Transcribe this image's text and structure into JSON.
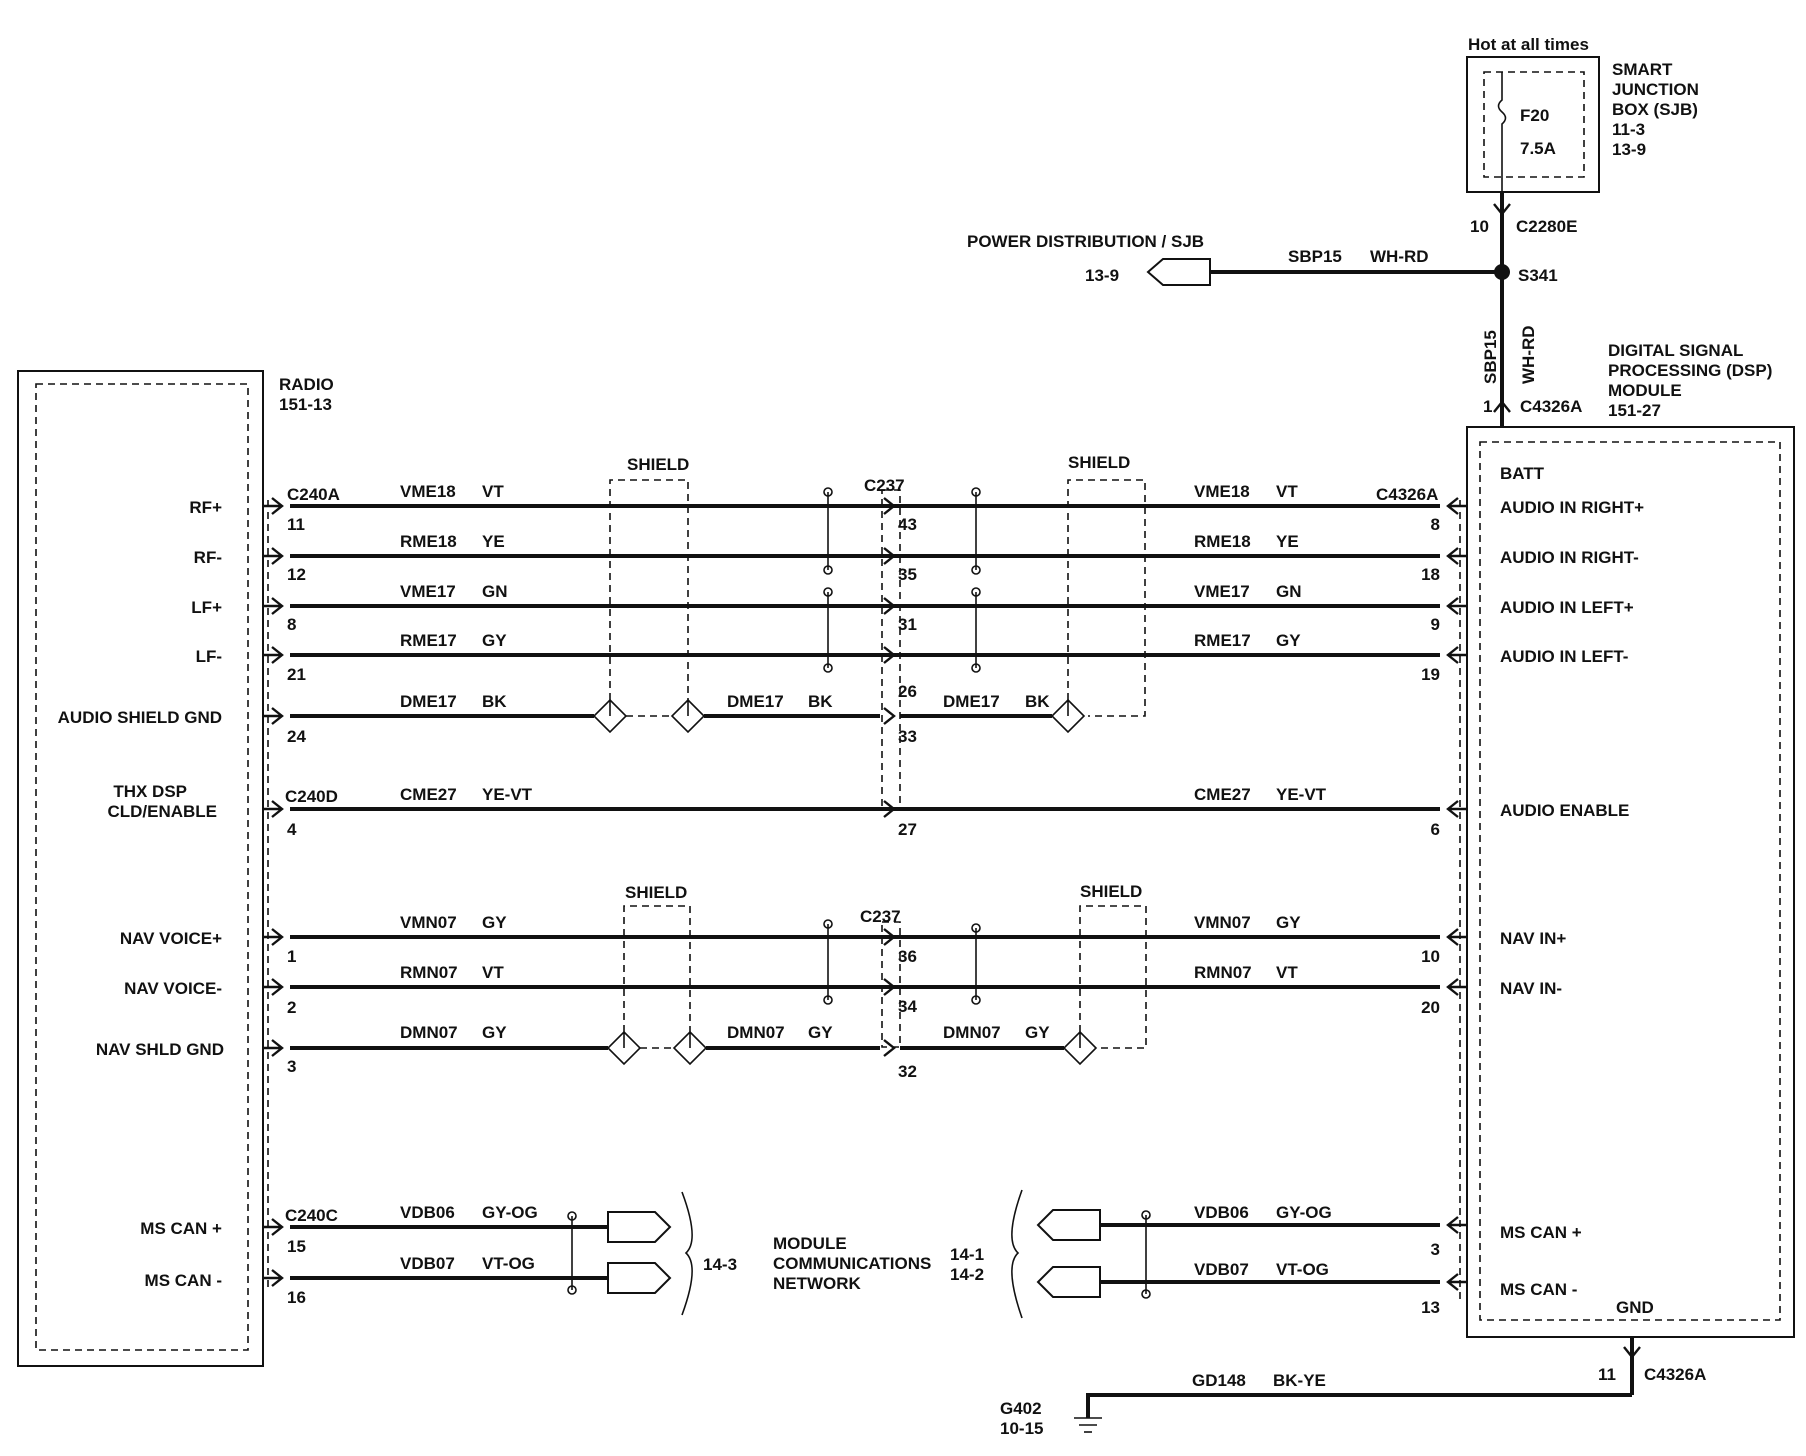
{
  "radio": {
    "name": "RADIO",
    "ref": "151-13"
  },
  "dsp": {
    "line1": "DIGITAL SIGNAL",
    "line2": "PROCESSING (DSP)",
    "line3": "MODULE",
    "ref": "151-27"
  },
  "sjb": {
    "hot_label": "Hot at all times",
    "line1": "SMART",
    "line2": "JUNCTION",
    "line3": "BOX (SJB)",
    "ref1": "11-3",
    "ref2": "13-9",
    "fuse": "F20",
    "fuse_rating": "7.5A"
  },
  "power": {
    "pin_10": "10",
    "connector_c2280e": "C2280E",
    "splice": "S341",
    "dest_label": "POWER DISTRIBUTION / SJB",
    "dest_ref": "13-9",
    "circuit": "SBP15",
    "color": "WH-RD",
    "vert_circuit": "SBP15",
    "vert_color": "WH-RD",
    "pin_1": "1",
    "connector_c4326a": "C4326A",
    "batt_label": "BATT"
  },
  "connectors": {
    "c240a": "C240A",
    "c240d": "C240D",
    "c240c": "C240C",
    "c237_top": "C237",
    "c237_bottom": "C237",
    "c4326a_top": "C4326A",
    "c4326a_bottom": "C4326A"
  },
  "shield_label": "SHIELD",
  "signals": [
    {
      "left": "RF+",
      "lpin": "11",
      "c237": "43",
      "rpin": "8",
      "right": "AUDIO IN RIGHT+",
      "circuit": "VME18",
      "color": "VT"
    },
    {
      "left": "RF-",
      "lpin": "12",
      "c237": "35",
      "rpin": "18",
      "right": "AUDIO IN RIGHT-",
      "circuit": "RME18",
      "color": "YE"
    },
    {
      "left": "LF+",
      "lpin": "8",
      "c237": "31",
      "rpin": "9",
      "right": "AUDIO IN LEFT+",
      "circuit": "VME17",
      "color": "GN"
    },
    {
      "left": "LF-",
      "lpin": "21",
      "c237": "26",
      "rpin": "19",
      "right": "AUDIO IN LEFT-",
      "circuit": "RME17",
      "color": "GY"
    }
  ],
  "audio_shield": {
    "left": "AUDIO SHIELD GND",
    "lpin": "24",
    "c237": "33",
    "circuit": "DME17",
    "color": "BK"
  },
  "audio_enable": {
    "left1": "THX DSP",
    "left2": "CLD/ENABLE",
    "lpin": "4",
    "c237": "27",
    "rpin": "6",
    "right": "AUDIO ENABLE",
    "circuit": "CME27",
    "color": "YE-VT"
  },
  "nav": [
    {
      "left": "NAV VOICE+",
      "lpin": "1",
      "c237": "36",
      "rpin": "10",
      "right": "NAV IN+",
      "circuit": "VMN07",
      "color": "GY"
    },
    {
      "left": "NAV VOICE-",
      "lpin": "2",
      "c237": "34",
      "rpin": "20",
      "right": "NAV IN-",
      "circuit": "RMN07",
      "color": "VT"
    }
  ],
  "nav_shield": {
    "left": "NAV SHLD GND",
    "lpin": "3",
    "c237": "32",
    "circuit": "DMN07",
    "color": "GY"
  },
  "can": [
    {
      "left": "MS CAN +",
      "lpin": "15",
      "rpin": "3",
      "right": "MS CAN +",
      "circuit": "VDB06",
      "color": "GY-OG"
    },
    {
      "left": "MS CAN -",
      "lpin": "16",
      "rpin": "13",
      "right": "MS CAN -",
      "circuit": "VDB07",
      "color": "VT-OG"
    }
  ],
  "mcn": {
    "line1": "MODULE",
    "line2": "COMMUNICATIONS",
    "line3": "NETWORK",
    "left_ref": "14-3",
    "right_ref1": "14-1",
    "right_ref2": "14-2"
  },
  "ground": {
    "label": "GND",
    "pin": "11",
    "connector": "C4326A",
    "circuit": "GD148",
    "color": "BK-YE",
    "g": "G402",
    "ref": "10-15"
  }
}
